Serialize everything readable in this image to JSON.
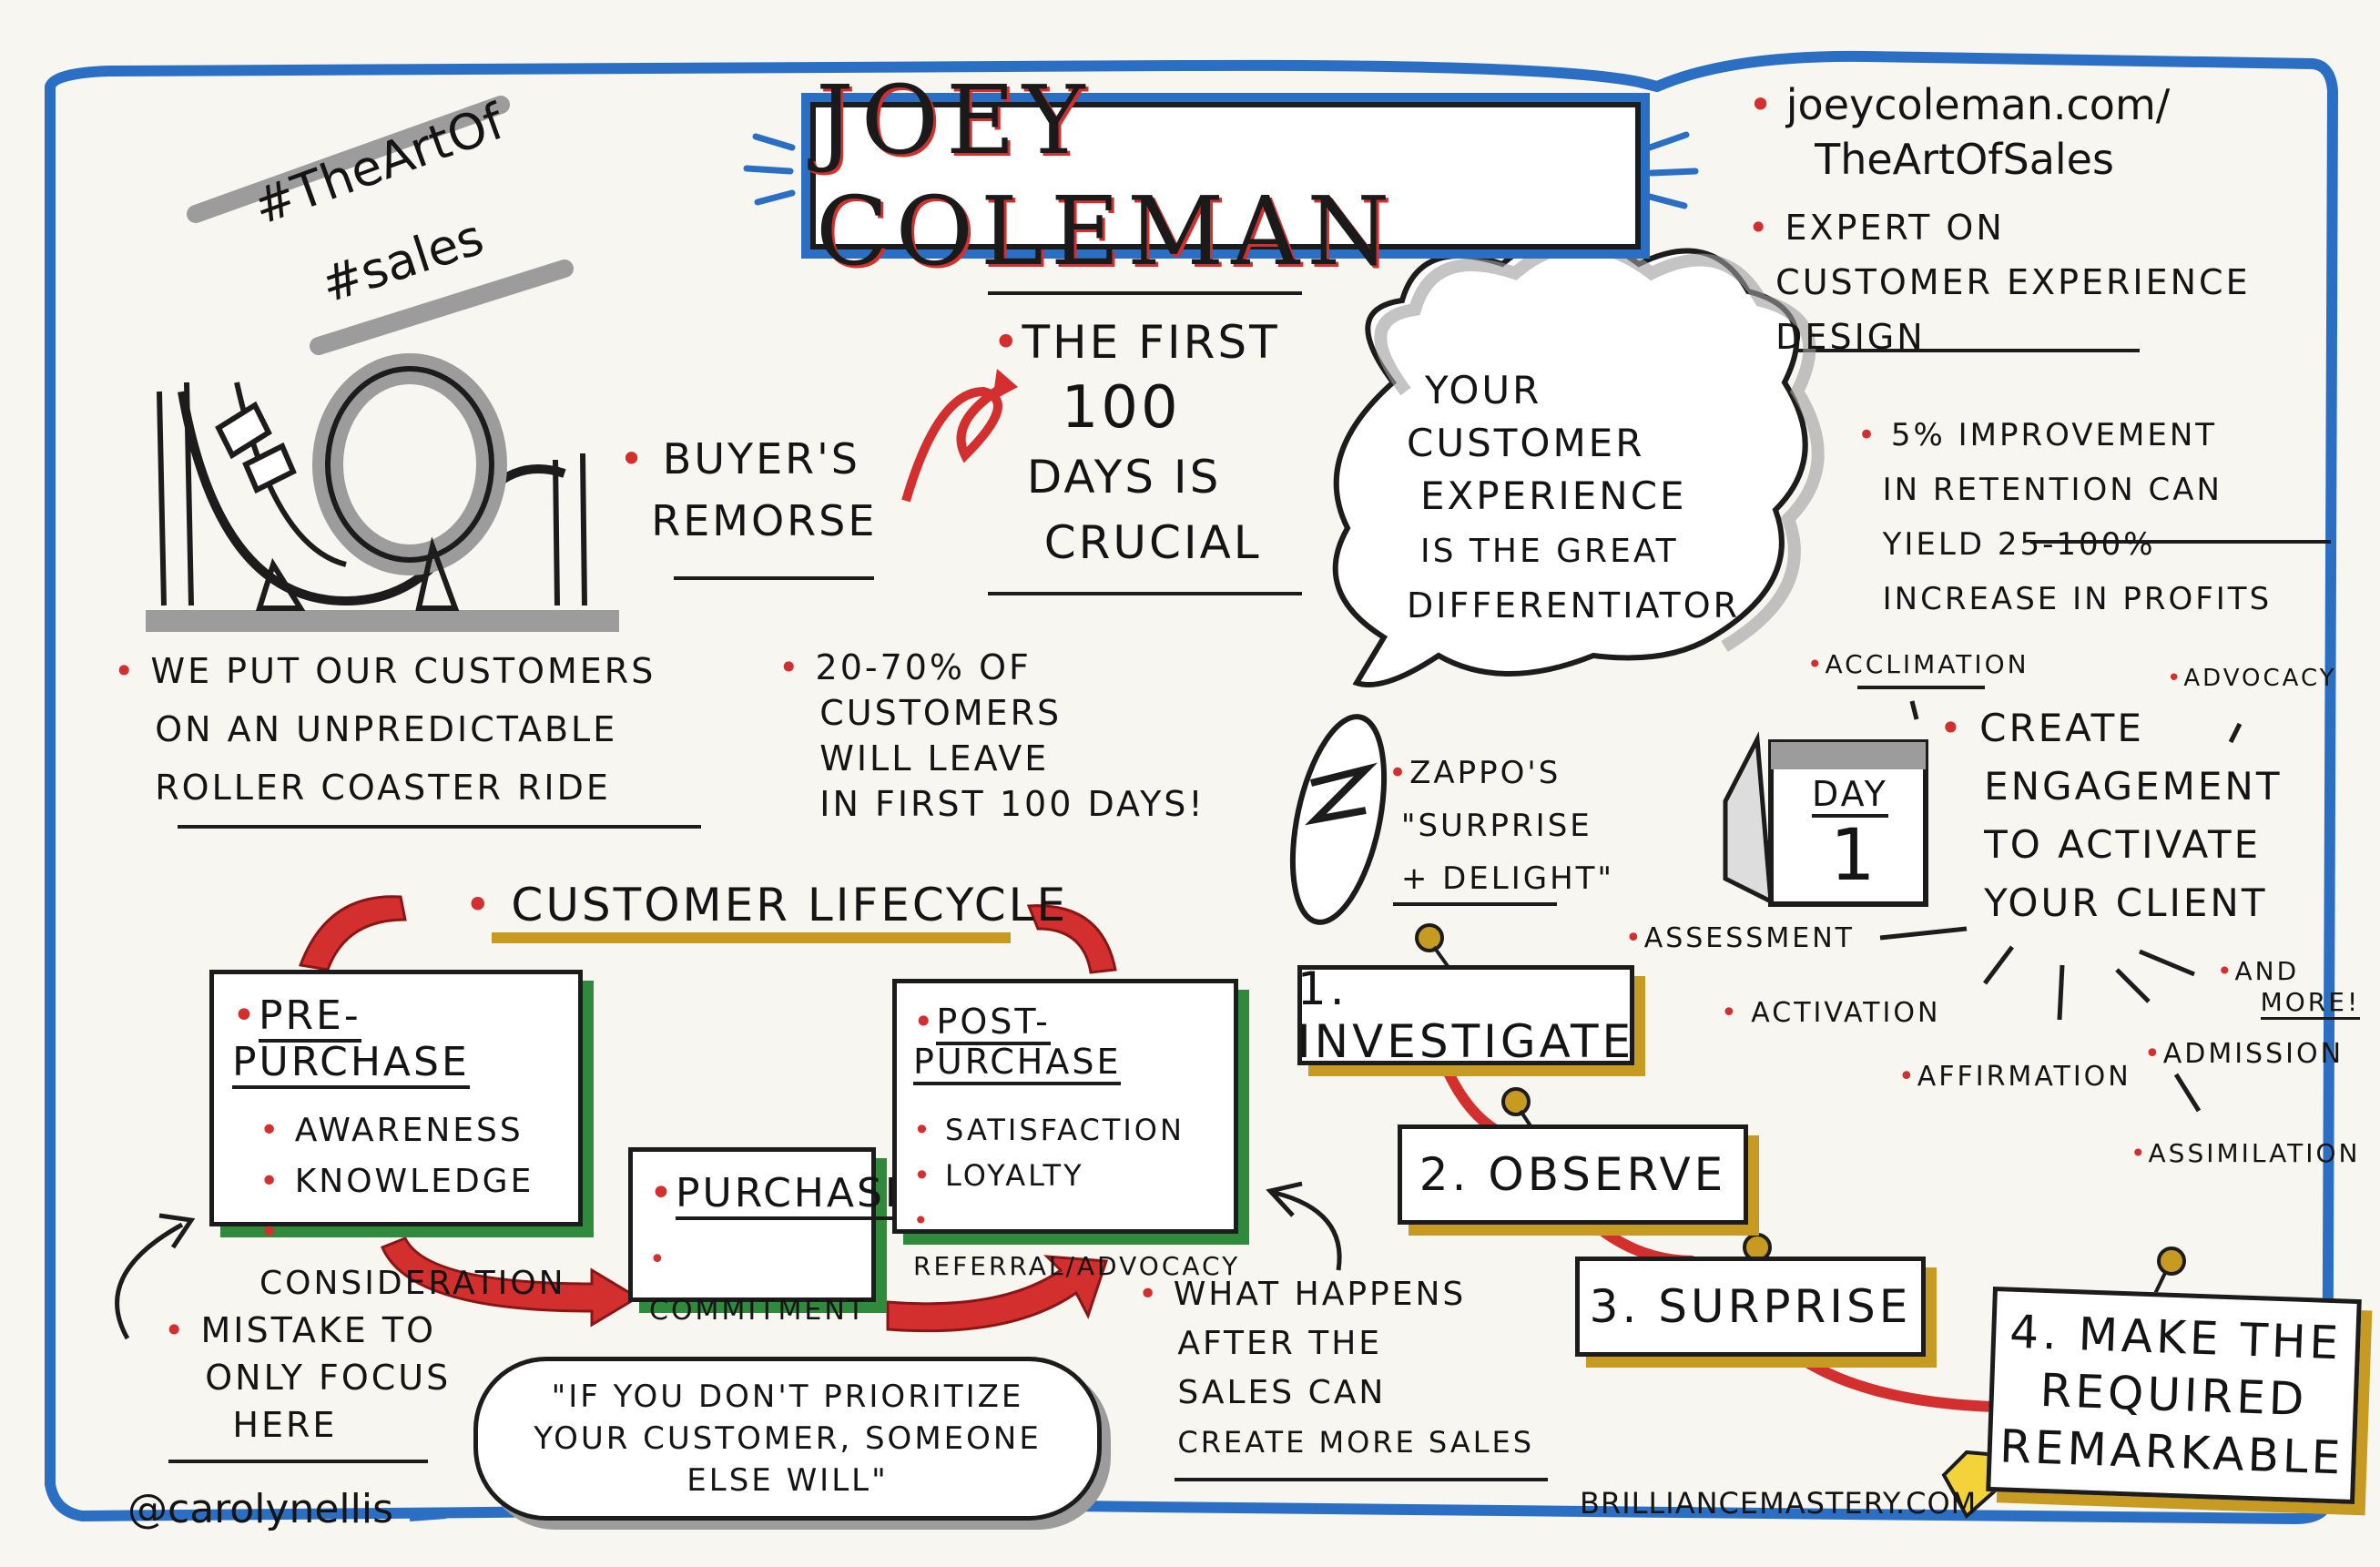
{
  "title": "JOEY COLEMAN",
  "hashtags": {
    "line1": "#TheArtOf",
    "line2": "#sales"
  },
  "links": {
    "line1": "joeycoleman.com/",
    "line2": "TheArtOfSales"
  },
  "expert": {
    "line1": "EXPERT ON",
    "line2": "CUSTOMER EXPERIENCE",
    "line3": "DESIGN"
  },
  "retention": {
    "line1": "5% IMPROVEMENT",
    "line2": "IN RETENTION CAN",
    "line3": "YIELD 25-100%",
    "line4": "INCREASE IN PROFITS"
  },
  "roller_coaster": {
    "line1": "WE PUT OUR CUSTOMERS",
    "line2": "ON AN UNPREDICTABLE",
    "line3": "ROLLER COASTER RIDE"
  },
  "buyers_remorse": {
    "line1": "BUYER'S",
    "line2": "REMORSE"
  },
  "first_100": {
    "line1": "THE FIRST",
    "line2": "100",
    "line3": "DAYS IS",
    "line4": "CRUCIAL"
  },
  "leave_stat": {
    "line1": "20-70% OF",
    "line2": "CUSTOMERS",
    "line3": "WILL LEAVE",
    "line4": "IN FIRST 100 DAYS!"
  },
  "cloud": {
    "line1": "YOUR",
    "line2": "CUSTOMER",
    "line3": "EXPERIENCE",
    "line4": "IS THE GREAT",
    "line5": "DIFFERENTIATOR"
  },
  "zappos": {
    "line1": "ZAPPO'S",
    "line2": "\"SURPRISE",
    "line3": "+ DELIGHT\""
  },
  "engagement": {
    "line1": "CREATE",
    "line2": "ENGAGEMENT",
    "line3": "TO ACTIVATE",
    "line4": "YOUR CLIENT"
  },
  "calendar": {
    "label": "DAY",
    "number": "1"
  },
  "stages": {
    "acclimation": "ACCLIMATION",
    "advocacy": "ADVOCACY",
    "assessment": "ASSESSMENT",
    "activation": "ACTIVATION",
    "affirmation": "AFFIRMATION",
    "admission": "ADMISSION",
    "assimilation": "ASSIMILATION",
    "and_more_1": "AND",
    "and_more_2": "MORE!"
  },
  "lifecycle": {
    "title": "CUSTOMER LIFECYCLE",
    "pre_purchase": {
      "head": "PRE-PURCHASE",
      "items": [
        "AWARENESS",
        "KNOWLEDGE",
        "CONSIDERATION"
      ]
    },
    "purchase": {
      "head": "PURCHASE",
      "items": [
        "COMMITMENT"
      ]
    },
    "post_purchase": {
      "head": "POST-PURCHASE",
      "items": [
        "SATISFACTION",
        "LOYALTY",
        "REFERRAL/ADVOCACY"
      ]
    }
  },
  "mistake": {
    "line1": "MISTAKE TO",
    "line2": "ONLY FOCUS",
    "line3": "HERE"
  },
  "quote": {
    "line1": "\"IF YOU DON'T PRIORITIZE",
    "line2": "YOUR CUSTOMER, SOMEONE",
    "line3": "ELSE WILL\""
  },
  "after_sales": {
    "line1": "WHAT HAPPENS",
    "line2": "AFTER THE",
    "line3": "SALES CAN",
    "line4": "CREATE MORE SALES"
  },
  "steps": [
    "1. INVESTIGATE",
    "2. OBSERVE",
    "3. SURPRISE"
  ],
  "step4": {
    "line1": "4. MAKE THE",
    "line2": "REQUIRED",
    "line3": "REMARKABLE"
  },
  "credit_left": "@carolynellis",
  "credit_right": "BRILLIANCEMASTERY.COM",
  "colors": {
    "frame_blue": "#2a6fc4",
    "accent_red": "#d42f2f",
    "green": "#2f8a3c",
    "gold": "#c79a22",
    "grey": "#9c9c9c"
  }
}
